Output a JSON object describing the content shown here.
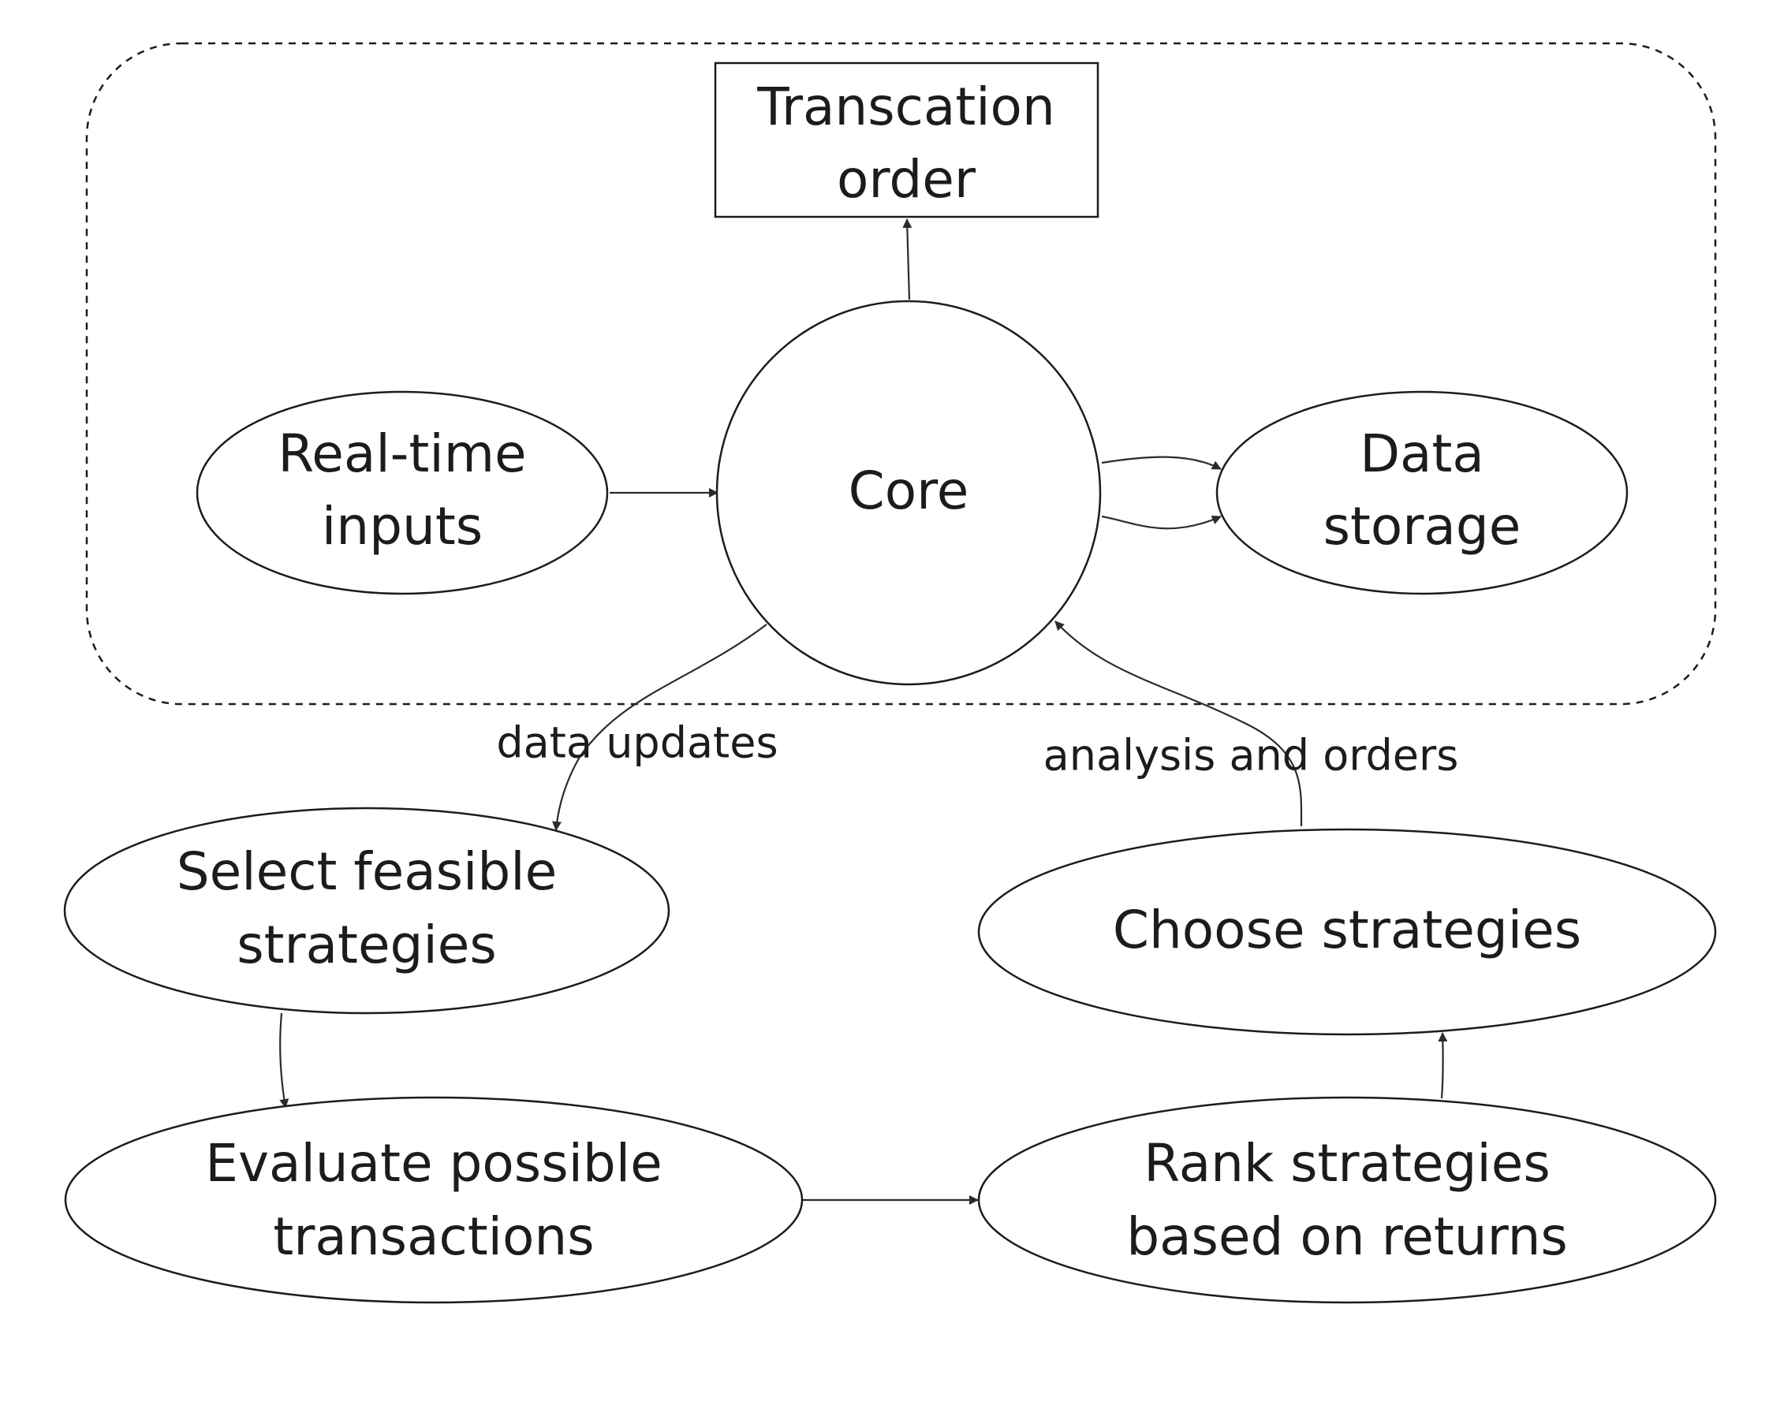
{
  "colors": {
    "stroke": "#1c1c1c",
    "background": "#ffffff"
  },
  "nodes": {
    "transaction_order": {
      "line1": "Transcation",
      "line2": "order"
    },
    "realtime_inputs": {
      "line1": "Real-time",
      "line2": "inputs"
    },
    "core": {
      "label": "Core"
    },
    "data_storage": {
      "line1": "Data",
      "line2": "storage"
    },
    "select_strategies": {
      "line1": "Select feasible",
      "line2": "strategies"
    },
    "choose_strategies": {
      "label": "Choose strategies"
    },
    "evaluate_transactions": {
      "line1": "Evaluate possible",
      "line2": "transactions"
    },
    "rank_strategies": {
      "line1": "Rank strategies",
      "line2": "based on returns"
    }
  },
  "edges": {
    "data_updates": "data updates",
    "analysis_and_orders": "analysis and orders"
  }
}
